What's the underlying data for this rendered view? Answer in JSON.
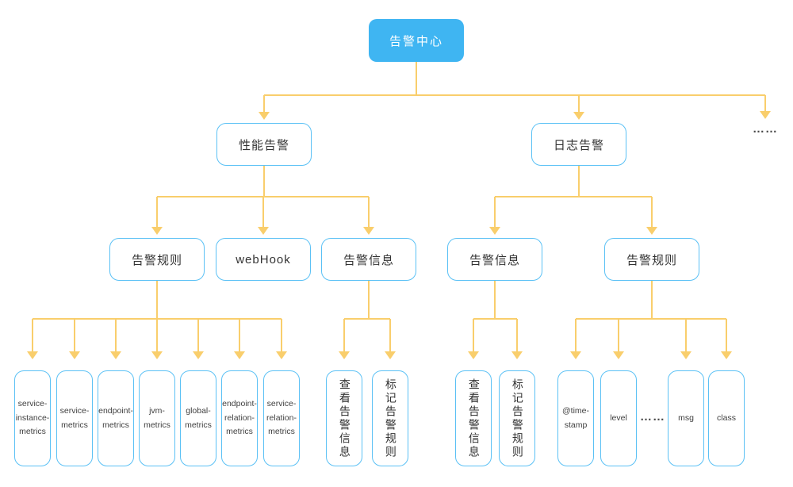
{
  "colors": {
    "root_fill": "#3fb5f2",
    "node_border": "#5bc1f5",
    "connector": "#f9ce6c",
    "node_text": "#333333",
    "root_text": "#ffffff"
  },
  "nodes": {
    "root": "告警中心",
    "performance_alert": "性能告警",
    "log_alert": "日志告警",
    "more_branches": "……",
    "perf_alert_rules": "告警规则",
    "webhook": "webHook",
    "perf_alert_info": "告警信息",
    "log_alert_info": "告警信息",
    "log_alert_rules": "告警规则",
    "service_instance_metrics": "service-instance-metrics",
    "service_metrics": "service-metrics",
    "endpoint_metrics": "endpoint-metrics",
    "jvm_metrics": "jvm-metrics",
    "global_metrics": "global-metrics",
    "endpoint_relation_metrics": "endpoint-relation-metrics",
    "service_relation_metrics": "service-relation-metrics",
    "perf_view_alert_info": "查看告警信息",
    "perf_mark_alert_rules": "标记告警规则",
    "log_view_alert_info": "查看告警信息",
    "log_mark_alert_rules": "标记告警规则",
    "timestamp_field": "@time-stamp",
    "level_field": "level",
    "more_fields": "……",
    "msg_field": "msg",
    "class_field": "class"
  }
}
